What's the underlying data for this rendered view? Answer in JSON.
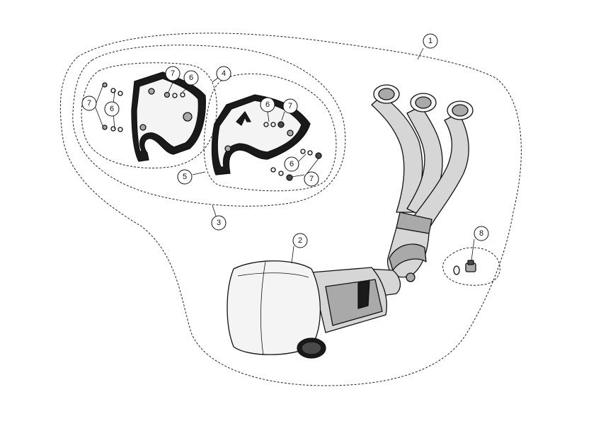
{
  "diagram": {
    "callouts": [
      {
        "id": "c1",
        "label": "1"
      },
      {
        "id": "c2",
        "label": "2"
      },
      {
        "id": "c3",
        "label": "3"
      },
      {
        "id": "c4",
        "label": "4"
      },
      {
        "id": "c5",
        "label": "5"
      },
      {
        "id": "c6a",
        "label": "6"
      },
      {
        "id": "c6b",
        "label": "6"
      },
      {
        "id": "c6c",
        "label": "6"
      },
      {
        "id": "c6d",
        "label": "6"
      },
      {
        "id": "c7a",
        "label": "7"
      },
      {
        "id": "c7b",
        "label": "7"
      },
      {
        "id": "c7c",
        "label": "7"
      },
      {
        "id": "c7d",
        "label": "7"
      },
      {
        "id": "c8",
        "label": "8"
      }
    ]
  }
}
